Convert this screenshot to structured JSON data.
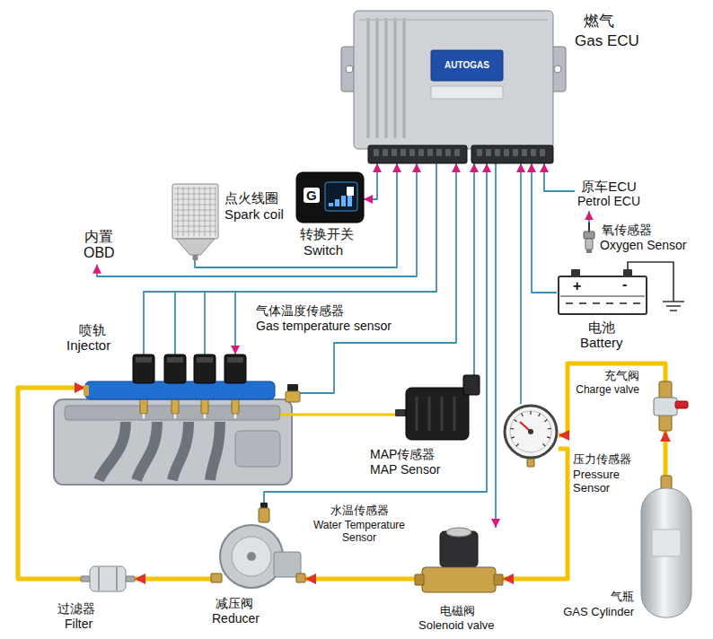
{
  "diagram": {
    "nodes": [
      {
        "text": [
          "AUTOGAS",
          "燃气",
          "Gas ECU"
        ]
      },
      {
        "text": [
          "点火线圈",
          "Spark coil"
        ]
      },
      {
        "text": [
          "G",
          "转换开关",
          "Switch"
        ]
      },
      {
        "text": [
          "原车ECU",
          "Petrol ECU"
        ]
      },
      {
        "text": [
          "内置",
          "OBD"
        ]
      },
      {
        "text": [
          "氧传感器",
          "Oxygen Sensor"
        ]
      },
      {
        "text": [
          "电池",
          "Battery"
        ]
      },
      {
        "text": [
          "喷轨",
          "Injector"
        ]
      },
      {
        "text": [
          "气体温度传感器",
          "Gas temperature sensor"
        ]
      },
      {
        "text": [
          "MAP传感器",
          "MAP Sensor"
        ]
      },
      {
        "text": [
          "充气阀",
          "Charge valve"
        ]
      },
      {
        "text": [
          "压力传感器",
          "Pressure Sensor"
        ]
      },
      {
        "text": [
          "气瓶",
          "GAS Cylinder"
        ]
      },
      {
        "text": [
          "减压阀",
          "Reducer"
        ]
      },
      {
        "text": [
          "水温传感器",
          "Water Temperature Sensor"
        ]
      },
      {
        "text": [
          "过滤器",
          "Filter"
        ]
      },
      {
        "text": [
          "电磁阀",
          "Solenoid valve"
        ]
      }
    ],
    "edges": [
      {
        "from": 2,
        "to": 0,
        "arrow": "both"
      },
      {
        "from": 1,
        "to": 0,
        "arrow": "to"
      },
      {
        "from": 4,
        "to": 0,
        "arrow": "both"
      },
      {
        "from": 0,
        "to": 7,
        "arrow": "to"
      },
      {
        "from": 8,
        "to": 0,
        "arrow": "to"
      },
      {
        "from": 9,
        "to": 0,
        "arrow": "to"
      },
      {
        "from": 14,
        "to": 0,
        "arrow": "to"
      },
      {
        "from": 0,
        "to": 16,
        "arrow": "to"
      },
      {
        "from": 11,
        "to": 0,
        "arrow": "to"
      },
      {
        "from": 6,
        "to": 0,
        "arrow": "to"
      },
      {
        "from": 3,
        "to": 0,
        "arrow": "to"
      },
      {
        "from": 5,
        "to": 3,
        "arrow": "to"
      },
      {
        "from": 12,
        "to": 10,
        "arrow": "to"
      },
      {
        "from": 10,
        "to": 11,
        "arrow": "to"
      },
      {
        "from": 11,
        "to": 16,
        "arrow": "to"
      },
      {
        "from": 16,
        "to": 13,
        "arrow": "to"
      },
      {
        "from": 13,
        "to": 15,
        "arrow": "to"
      },
      {
        "from": 15,
        "to": 7,
        "arrow": "to"
      },
      {
        "from": 9,
        "to": 7,
        "arrow": "none"
      }
    ],
    "labels": [
      "+",
      "-"
    ]
  }
}
